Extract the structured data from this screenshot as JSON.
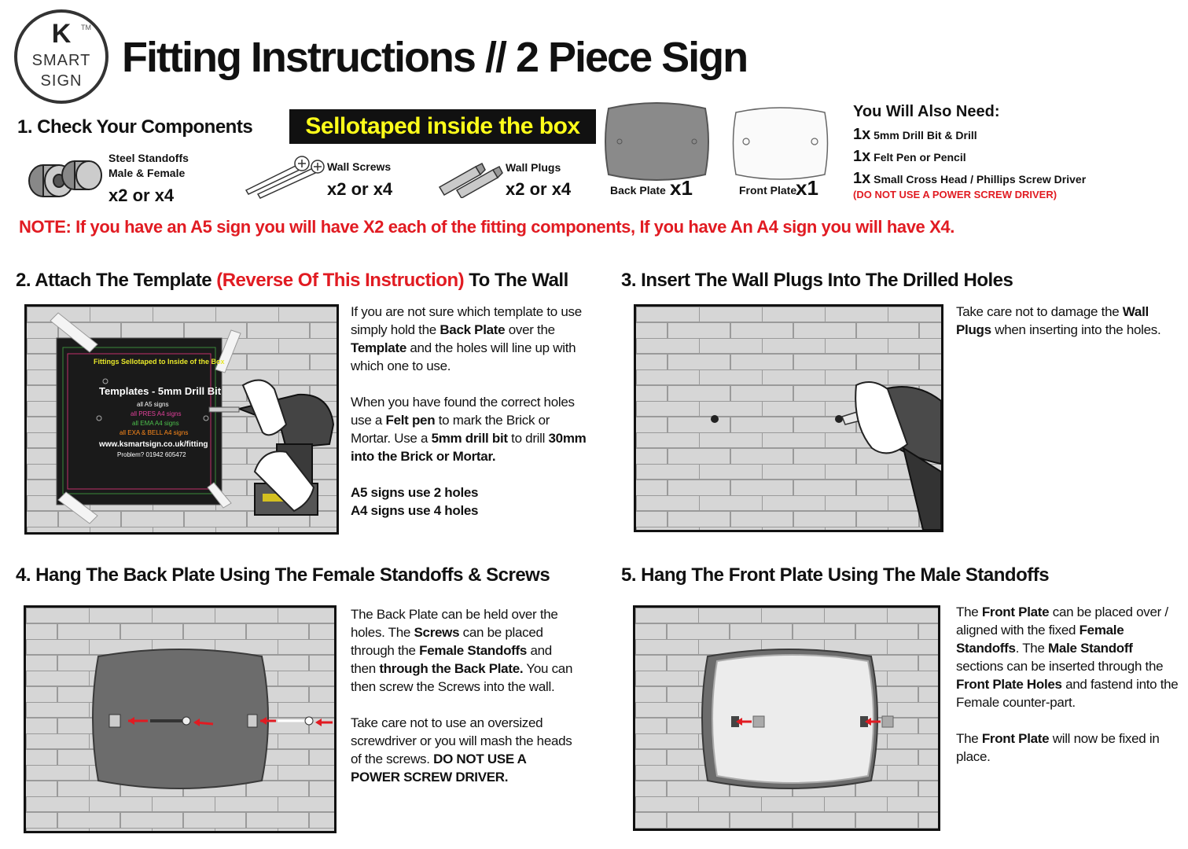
{
  "logo": {
    "letter": "K",
    "tm": "TM",
    "line1": "SMART",
    "line2": "SIGN"
  },
  "title": "Fitting Instructions // 2 Piece Sign",
  "step1": {
    "heading": "1. Check Your Components",
    "banner": "Sellotaped inside the box",
    "components": [
      {
        "label_line1": "Steel Standoffs",
        "label_line2": "Male & Female",
        "qty": "x2 or x4",
        "icon": "standoffs-icon"
      },
      {
        "label_line1": "Wall Screws",
        "label_line2": "",
        "qty": "x2 or x4",
        "icon": "screws-icon"
      },
      {
        "label_line1": "Wall Plugs",
        "label_line2": "",
        "qty": "x2 or x4",
        "icon": "plugs-icon"
      },
      {
        "label_line1": "Back Plate",
        "label_line2": "",
        "qty": "x1",
        "icon": "back-plate-icon"
      },
      {
        "label_line1": "Front Plate",
        "label_line2": "",
        "qty": "x1",
        "icon": "front-plate-icon"
      }
    ],
    "also_need": {
      "title": "You Will Also Need:",
      "items": [
        {
          "count": "1x",
          "text": "5mm Drill Bit & Drill"
        },
        {
          "count": "1x",
          "text": "Felt Pen or Pencil"
        },
        {
          "count": "1x",
          "text": "Small Cross Head / Phillips Screw Driver"
        }
      ],
      "warning": "(DO NOT USE A POWER SCREW DRIVER)"
    }
  },
  "note": "NOTE: If you have an A5 sign you will have X2 each of the fitting components, If you have An A4 sign you will have X4.",
  "step2": {
    "heading_a": "2. Attach The Template ",
    "heading_red": "(Reverse Of This Instruction)",
    "heading_b": " To The Wall",
    "template": {
      "line1": "Fittings Sellotaped to Inside of the Box",
      "line2": "Templates - 5mm Drill Bit",
      "line3": "all A5 signs",
      "line4": "all PRES A4 signs",
      "line5": "all EMA A4 signs",
      "line6": "all EXA & BELL A4 signs",
      "url": "www.ksmartsign.co.uk/fitting",
      "phone": "Problem? 01942 605472"
    },
    "p1": [
      "If you are not sure which template to use simply hold the ",
      "Back Plate",
      " over the ",
      "Template",
      " and the holes will line up with which one to use."
    ],
    "p2": [
      "When you have found the correct holes use a ",
      "Felt pen",
      " to mark the Brick or Mortar. Use a ",
      "5mm drill bit",
      " to drill ",
      "30mm into the Brick or Mortar."
    ],
    "p3a": "A5 signs use 2 holes",
    "p3b": "A4 signs use 4 holes"
  },
  "step3": {
    "heading": "3. Insert The Wall Plugs Into The Drilled Holes",
    "p1": [
      "Take care not to damage the ",
      "Wall Plugs",
      " when inserting into the holes."
    ]
  },
  "step4": {
    "heading": "4. Hang The Back Plate Using The Female Standoffs & Screws",
    "p1": [
      "The Back Plate can be held over the holes. The ",
      "Screws",
      " can be placed through the ",
      "Female Standoffs",
      " and then ",
      "through the Back Plate.",
      " You can then screw the Screws into the wall."
    ],
    "p2": [
      "Take care not to use an oversized screwdriver or you will mash the heads of the screws. ",
      "DO NOT USE A POWER SCREW DRIVER."
    ]
  },
  "step5": {
    "heading": "5. Hang The Front Plate Using The Male Standoffs",
    "p1": [
      "The ",
      "Front Plate",
      " can be placed over / aligned with the fixed ",
      "Female Standoffs",
      ". The ",
      "Male Standoff",
      " sections can be inserted through the ",
      "Front Plate Holes",
      " and fastend into the Female counter-part."
    ],
    "p2": [
      "The ",
      "Front Plate",
      " will now be fixed in place."
    ]
  },
  "colors": {
    "red": "#e11b22",
    "banner_bg": "#111111",
    "banner_text": "#ffff1a",
    "wall": "#d9d9d9",
    "mortar": "#9a9a9a"
  }
}
